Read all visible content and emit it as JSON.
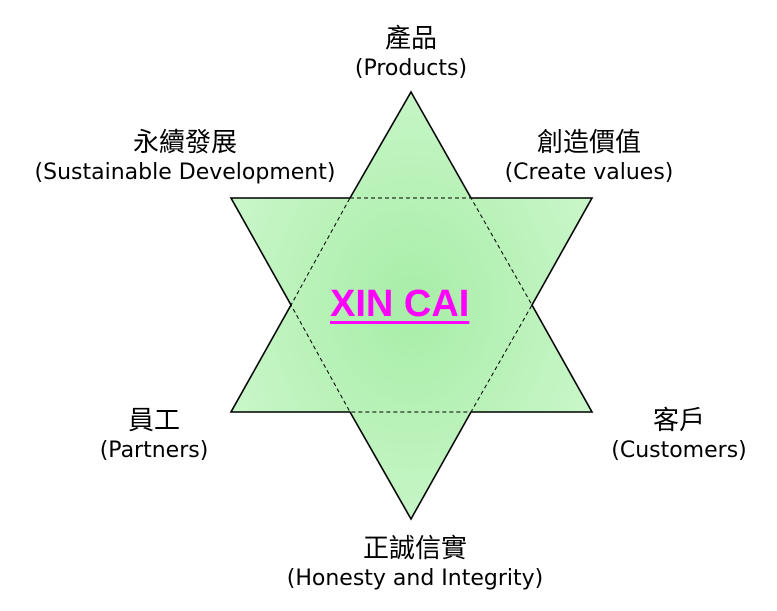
{
  "colors": {
    "star_fill_center": "#b6f2b6",
    "star_fill_edge": "#c8f5c8",
    "star_stroke": "#000000",
    "title_color": "#ff00ff"
  },
  "center": {
    "title": "XIN CAI"
  },
  "nodes": {
    "top": {
      "zh": "產品",
      "en": "(Products)"
    },
    "upper_left": {
      "zh": "永續發展",
      "en": "(Sustainable Development)"
    },
    "upper_right": {
      "zh": "創造價值",
      "en": "(Create values)"
    },
    "lower_left": {
      "zh": "員工",
      "en": "(Partners)"
    },
    "lower_right": {
      "zh": "客戶",
      "en": "(Customers)"
    },
    "bottom": {
      "zh": "正誠信實",
      "en": "(Honesty and Integrity)"
    }
  }
}
